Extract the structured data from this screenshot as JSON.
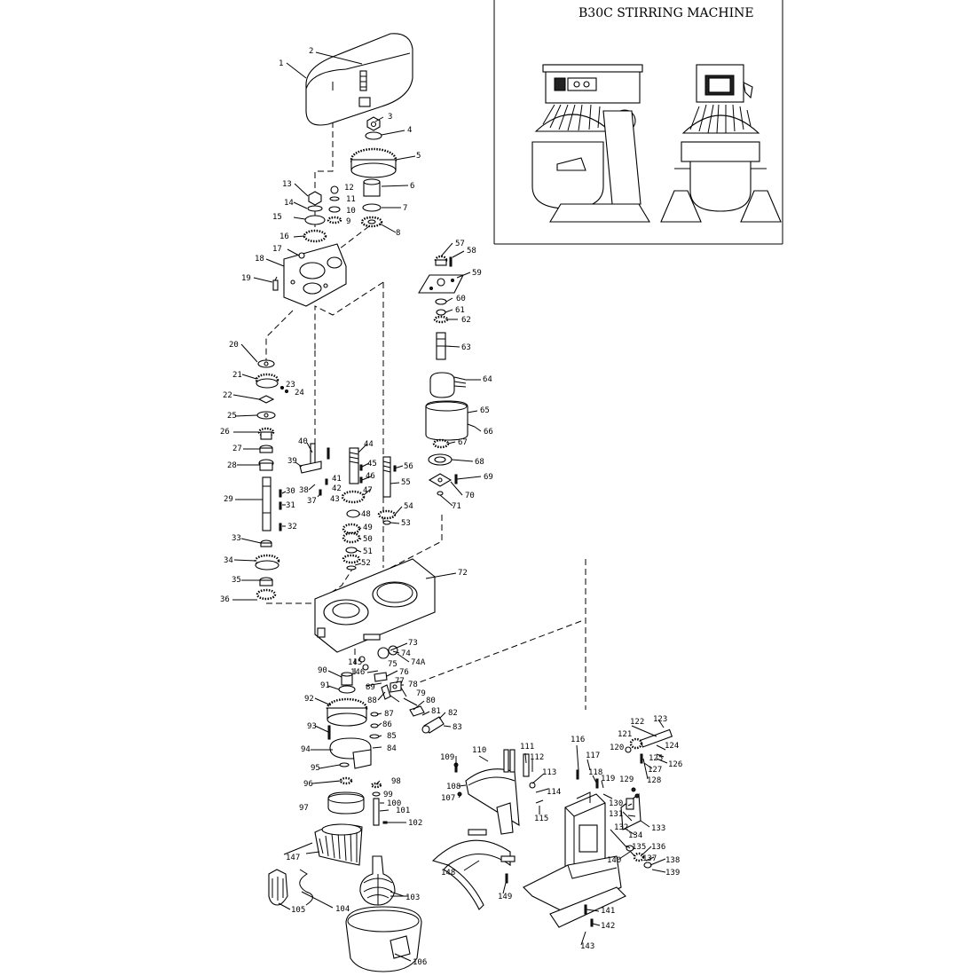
{
  "title": "B30C STIRRING MACHINE",
  "labels": {
    "1": "1",
    "2": "2",
    "3": "3",
    "4": "4",
    "5": "5",
    "6": "6",
    "7": "7",
    "8": "8",
    "9": "9",
    "10": "10",
    "11": "11",
    "12": "12",
    "13": "13",
    "14": "14",
    "15": "15",
    "16": "16",
    "17": "17",
    "18": "18",
    "19": "19",
    "20": "20",
    "21": "21",
    "22": "22",
    "23": "23",
    "24": "24",
    "25": "25",
    "26": "26",
    "27": "27",
    "28": "28",
    "29": "29",
    "30": "30",
    "31": "31",
    "32": "32",
    "33": "33",
    "34": "34",
    "35": "35",
    "36": "36",
    "37": "37",
    "38": "38",
    "39": "39",
    "40": "40",
    "41": "41",
    "42": "42",
    "43": "43",
    "44": "44",
    "45": "45",
    "46": "46",
    "47": "47",
    "48": "48",
    "49": "49",
    "50": "50",
    "51": "51",
    "52": "52",
    "53": "53",
    "54": "54",
    "55": "55",
    "56": "56",
    "57": "57",
    "58": "58",
    "59": "59",
    "60": "60",
    "61": "61",
    "62": "62",
    "63": "63",
    "64": "64",
    "65": "65",
    "66": "66",
    "67": "67",
    "68": "68",
    "69": "69",
    "70": "70",
    "71": "71",
    "72": "72",
    "73": "73",
    "74": "74",
    "74A": "74A",
    "75": "75",
    "76": "76",
    "77": "77",
    "78": "78",
    "79": "79",
    "80": "80",
    "81": "81",
    "82": "82",
    "83": "83",
    "84": "84",
    "85": "85",
    "86": "86",
    "87": "87",
    "88": "88",
    "89": "89",
    "90": "90",
    "91": "91",
    "92": "92",
    "93": "93",
    "94": "94",
    "95": "95",
    "96": "96",
    "97": "97",
    "98": "98",
    "99": "99",
    "100": "100",
    "101": "101",
    "102": "102",
    "103": "103",
    "104": "104",
    "105": "105",
    "106": "106",
    "107": "107",
    "108": "108",
    "109": "109",
    "110": "110",
    "111": "111",
    "112": "112",
    "113": "113",
    "114": "114",
    "115": "115",
    "116": "116",
    "117": "117",
    "118": "118",
    "119": "119",
    "120": "120",
    "121": "121",
    "122": "122",
    "123": "123",
    "124": "124",
    "125": "125",
    "126": "126",
    "127": "127",
    "128": "128",
    "129": "129",
    "130": "130",
    "131": "131",
    "132": "132",
    "133": "133",
    "134": "134",
    "135": "135",
    "136": "136",
    "137": "137",
    "138": "138",
    "139": "139",
    "140": "140",
    "141": "141",
    "142": "142",
    "143": "143",
    "145": "145",
    "146": "146",
    "147": "147",
    "148": "148",
    "149": "149"
  }
}
